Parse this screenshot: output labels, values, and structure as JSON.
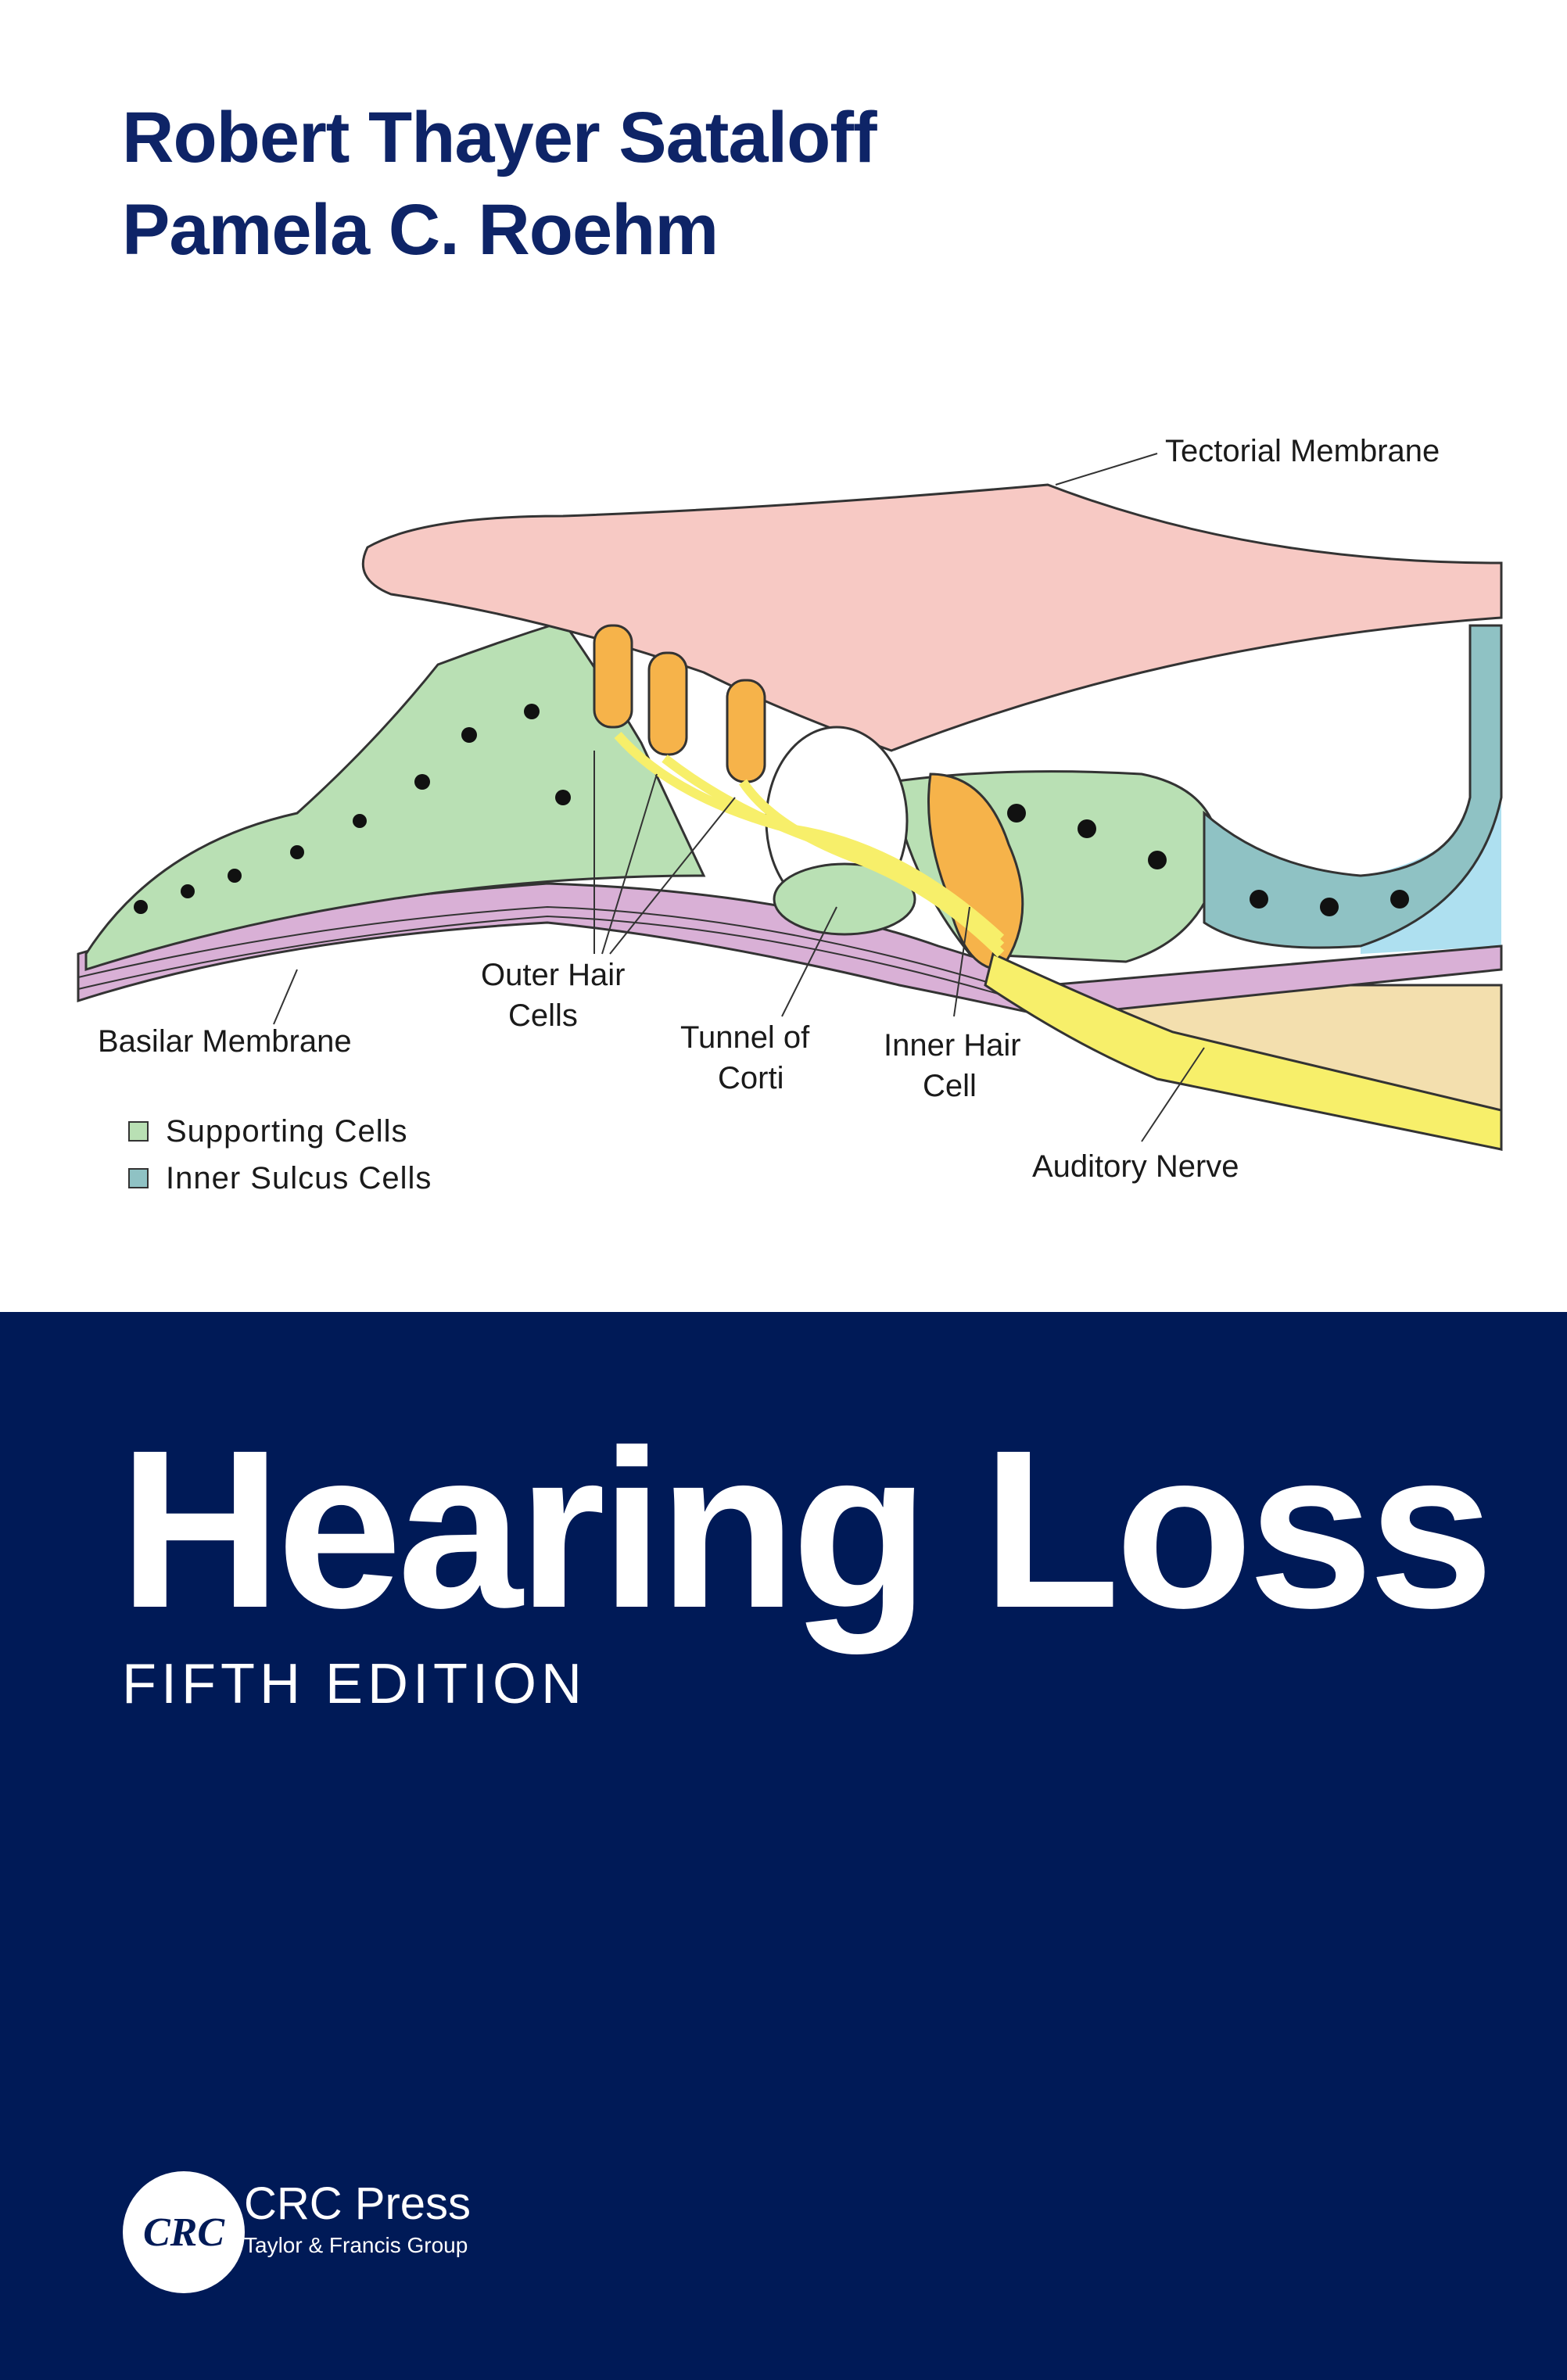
{
  "cover": {
    "authors": [
      "Robert Thayer Sataloff",
      "Pamela C. Roehm"
    ],
    "title": "Hearing Loss",
    "edition": "FIFTH EDITION"
  },
  "diagram": {
    "labels": {
      "tectorial": "Tectorial Membrane",
      "basilar": "Basilar Membrane",
      "outer_hair_1": "Outer Hair",
      "outer_hair_2": "Cells",
      "tunnel_1": "Tunnel of",
      "tunnel_2": "Corti",
      "inner_hair_1": "Inner Hair",
      "inner_hair_2": "Cell",
      "auditory": "Auditory Nerve"
    },
    "legend": [
      {
        "label": "Supporting Cells",
        "color": "#b9e0b4"
      },
      {
        "label": "Inner Sulcus Cells",
        "color": "#8fc2c4"
      }
    ],
    "colors": {
      "tectorial": "#f7c9c4",
      "supporting": "#b9e0b4",
      "sulcus": "#8fc2c4",
      "hair_cell": "#f6b34a",
      "nerve": "#f7ef6a",
      "membrane": "#d9b0d6",
      "bone": "#f3dfae",
      "fluid": "#aee0f0"
    }
  },
  "publisher": {
    "logo_text": "CRC",
    "name": "CRC Press",
    "group": "Taylor & Francis Group"
  }
}
